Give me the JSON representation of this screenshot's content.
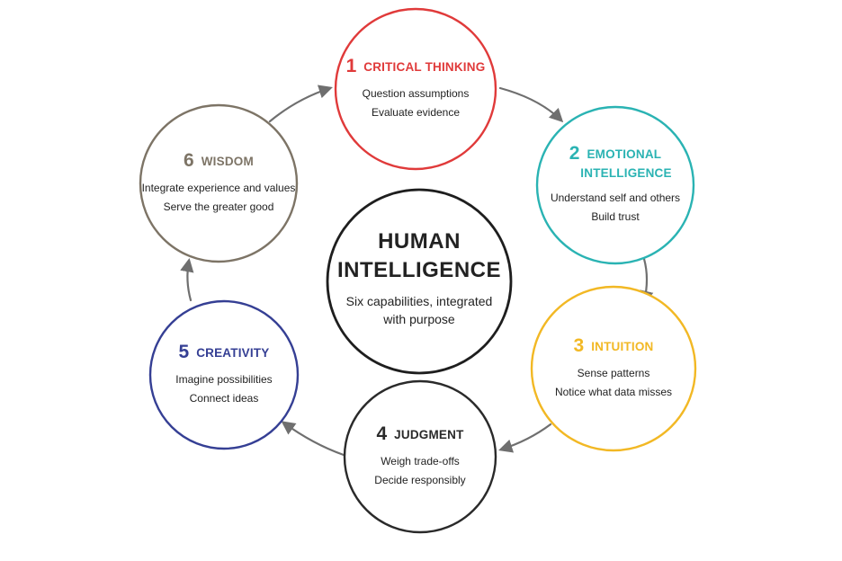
{
  "center": {
    "title_line1": "HUMAN",
    "title_line2": "INTELLIGENCE",
    "subtitle_line1": "Six capabilities, integrated",
    "subtitle_line2": "with purpose"
  },
  "nodes": [
    {
      "number": "1",
      "title_lines": [
        "CRITICAL THINKING"
      ],
      "desc": [
        "Question assumptions",
        "Evaluate evidence"
      ],
      "color": "#e03a3a"
    },
    {
      "number": "2",
      "title_lines": [
        "EMOTIONAL",
        "INTELLIGENCE"
      ],
      "desc": [
        "Understand self and others",
        "Build trust"
      ],
      "color": "#2ab3b3"
    },
    {
      "number": "3",
      "title_lines": [
        "INTUITION"
      ],
      "desc": [
        "Sense patterns",
        "Notice what data misses"
      ],
      "color": "#f2b824"
    },
    {
      "number": "4",
      "title_lines": [
        "JUDGMENT"
      ],
      "desc": [
        "Weigh trade-offs",
        "Decide responsibly"
      ],
      "color": "#2a2a2a"
    },
    {
      "number": "5",
      "title_lines": [
        "CREATIVITY"
      ],
      "desc": [
        "Imagine possibilities",
        "Connect ideas"
      ],
      "color": "#353f94"
    },
    {
      "number": "6",
      "title_lines": [
        "WISDOM"
      ],
      "desc": [
        "Integrate experience and values",
        "Serve the greater good"
      ],
      "color": "#7d7466"
    }
  ],
  "colors": {
    "arrow": "#6f6f6f",
    "center_ring": "#1e1e1e"
  }
}
